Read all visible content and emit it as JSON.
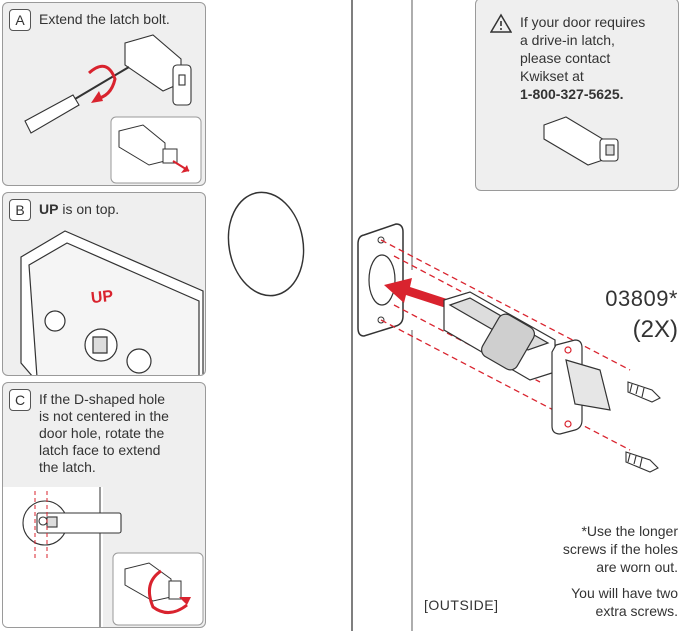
{
  "step_a": {
    "letter": "A",
    "text": "Extend the latch bolt."
  },
  "step_b": {
    "letter": "B",
    "bold": "UP",
    "rest": " is on top.",
    "label": "UP"
  },
  "step_c": {
    "letter": "C",
    "lines": [
      "If the D-shaped hole",
      "is not centered in the",
      "door hole, rotate the",
      "latch face to extend",
      "the latch."
    ]
  },
  "notice": {
    "lines": [
      "If your door requires",
      "a drive-in latch,",
      "please contact",
      "Kwikset at"
    ],
    "phone": "1-800-327-5625."
  },
  "part": {
    "number": "03809*",
    "quantity": "(2X)"
  },
  "notes": {
    "longer_screws": [
      "*Use the longer",
      "screws if the holes",
      "are worn out."
    ],
    "extra": [
      "You will have two",
      "extra screws."
    ]
  },
  "side_label": "[OUTSIDE]",
  "colors": {
    "accent": "#d9232e",
    "line": "#333333",
    "panel": "#efefef",
    "border": "#9a9a9a"
  },
  "icons": [
    "warning-icon",
    "screwdriver-icon",
    "rotate-arrow-icon",
    "latch-icon",
    "screw-icon",
    "insert-arrow-icon"
  ]
}
